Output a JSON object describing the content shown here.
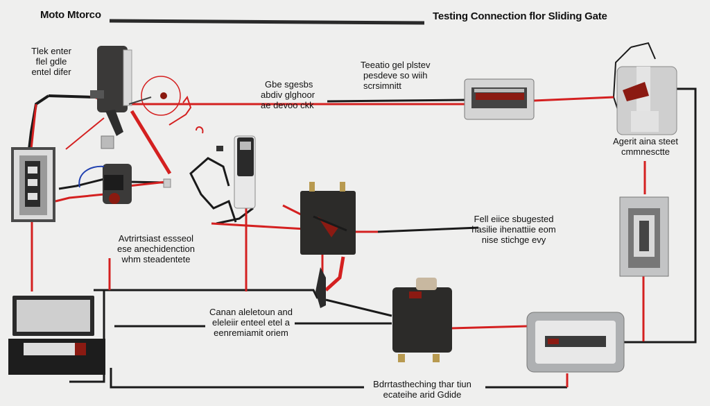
{
  "header": {
    "left_title": "Moto Mtorco",
    "right_title": "Testing Connection flor Sliding Gate"
  },
  "labels": {
    "motor_note": [
      "Tlek enter",
      "flel gdle",
      "entel difer"
    ],
    "glue_note": [
      "Gbe sgesbs",
      "abdiv glghoor",
      "ae devoo ckk"
    ],
    "tester_note": [
      "Teeatio gel plstev",
      "pesdeve so wiih",
      "scrsimnitt"
    ],
    "agent_note": [
      "Agerit aina steet",
      "cmmnesctte"
    ],
    "control_note": [
      "Avtrirtsiast essseol",
      "ese anechidenction",
      "whm steadentete"
    ],
    "fuse_note": [
      "Fell eiice sbugested",
      "hasilie ihenattiie eom",
      "nise stichge evy"
    ],
    "cable_note": [
      "Canan aleletoun and",
      "eleleiir enteel etel a",
      "eenremiamit oriem"
    ],
    "bottom_note": [
      "Bdrrtastheching thar tiun",
      "ecateihe arid Gdide"
    ]
  },
  "colors": {
    "wire_red": "#d42020",
    "wire_black": "#1a1a1a",
    "device_dark": "#2c2b29",
    "housing_gray": "#c9cbcc",
    "background": "#efefee"
  },
  "icons": [
    "motor-icon",
    "junction-box-icon",
    "tester-icon",
    "relay-box-icon",
    "gate-controller-icon",
    "breaker-panel-icon",
    "switch-icon",
    "computer-icon",
    "power-box-icon",
    "capacitor-icon",
    "terminal-block-icon",
    "sensor-icon"
  ]
}
